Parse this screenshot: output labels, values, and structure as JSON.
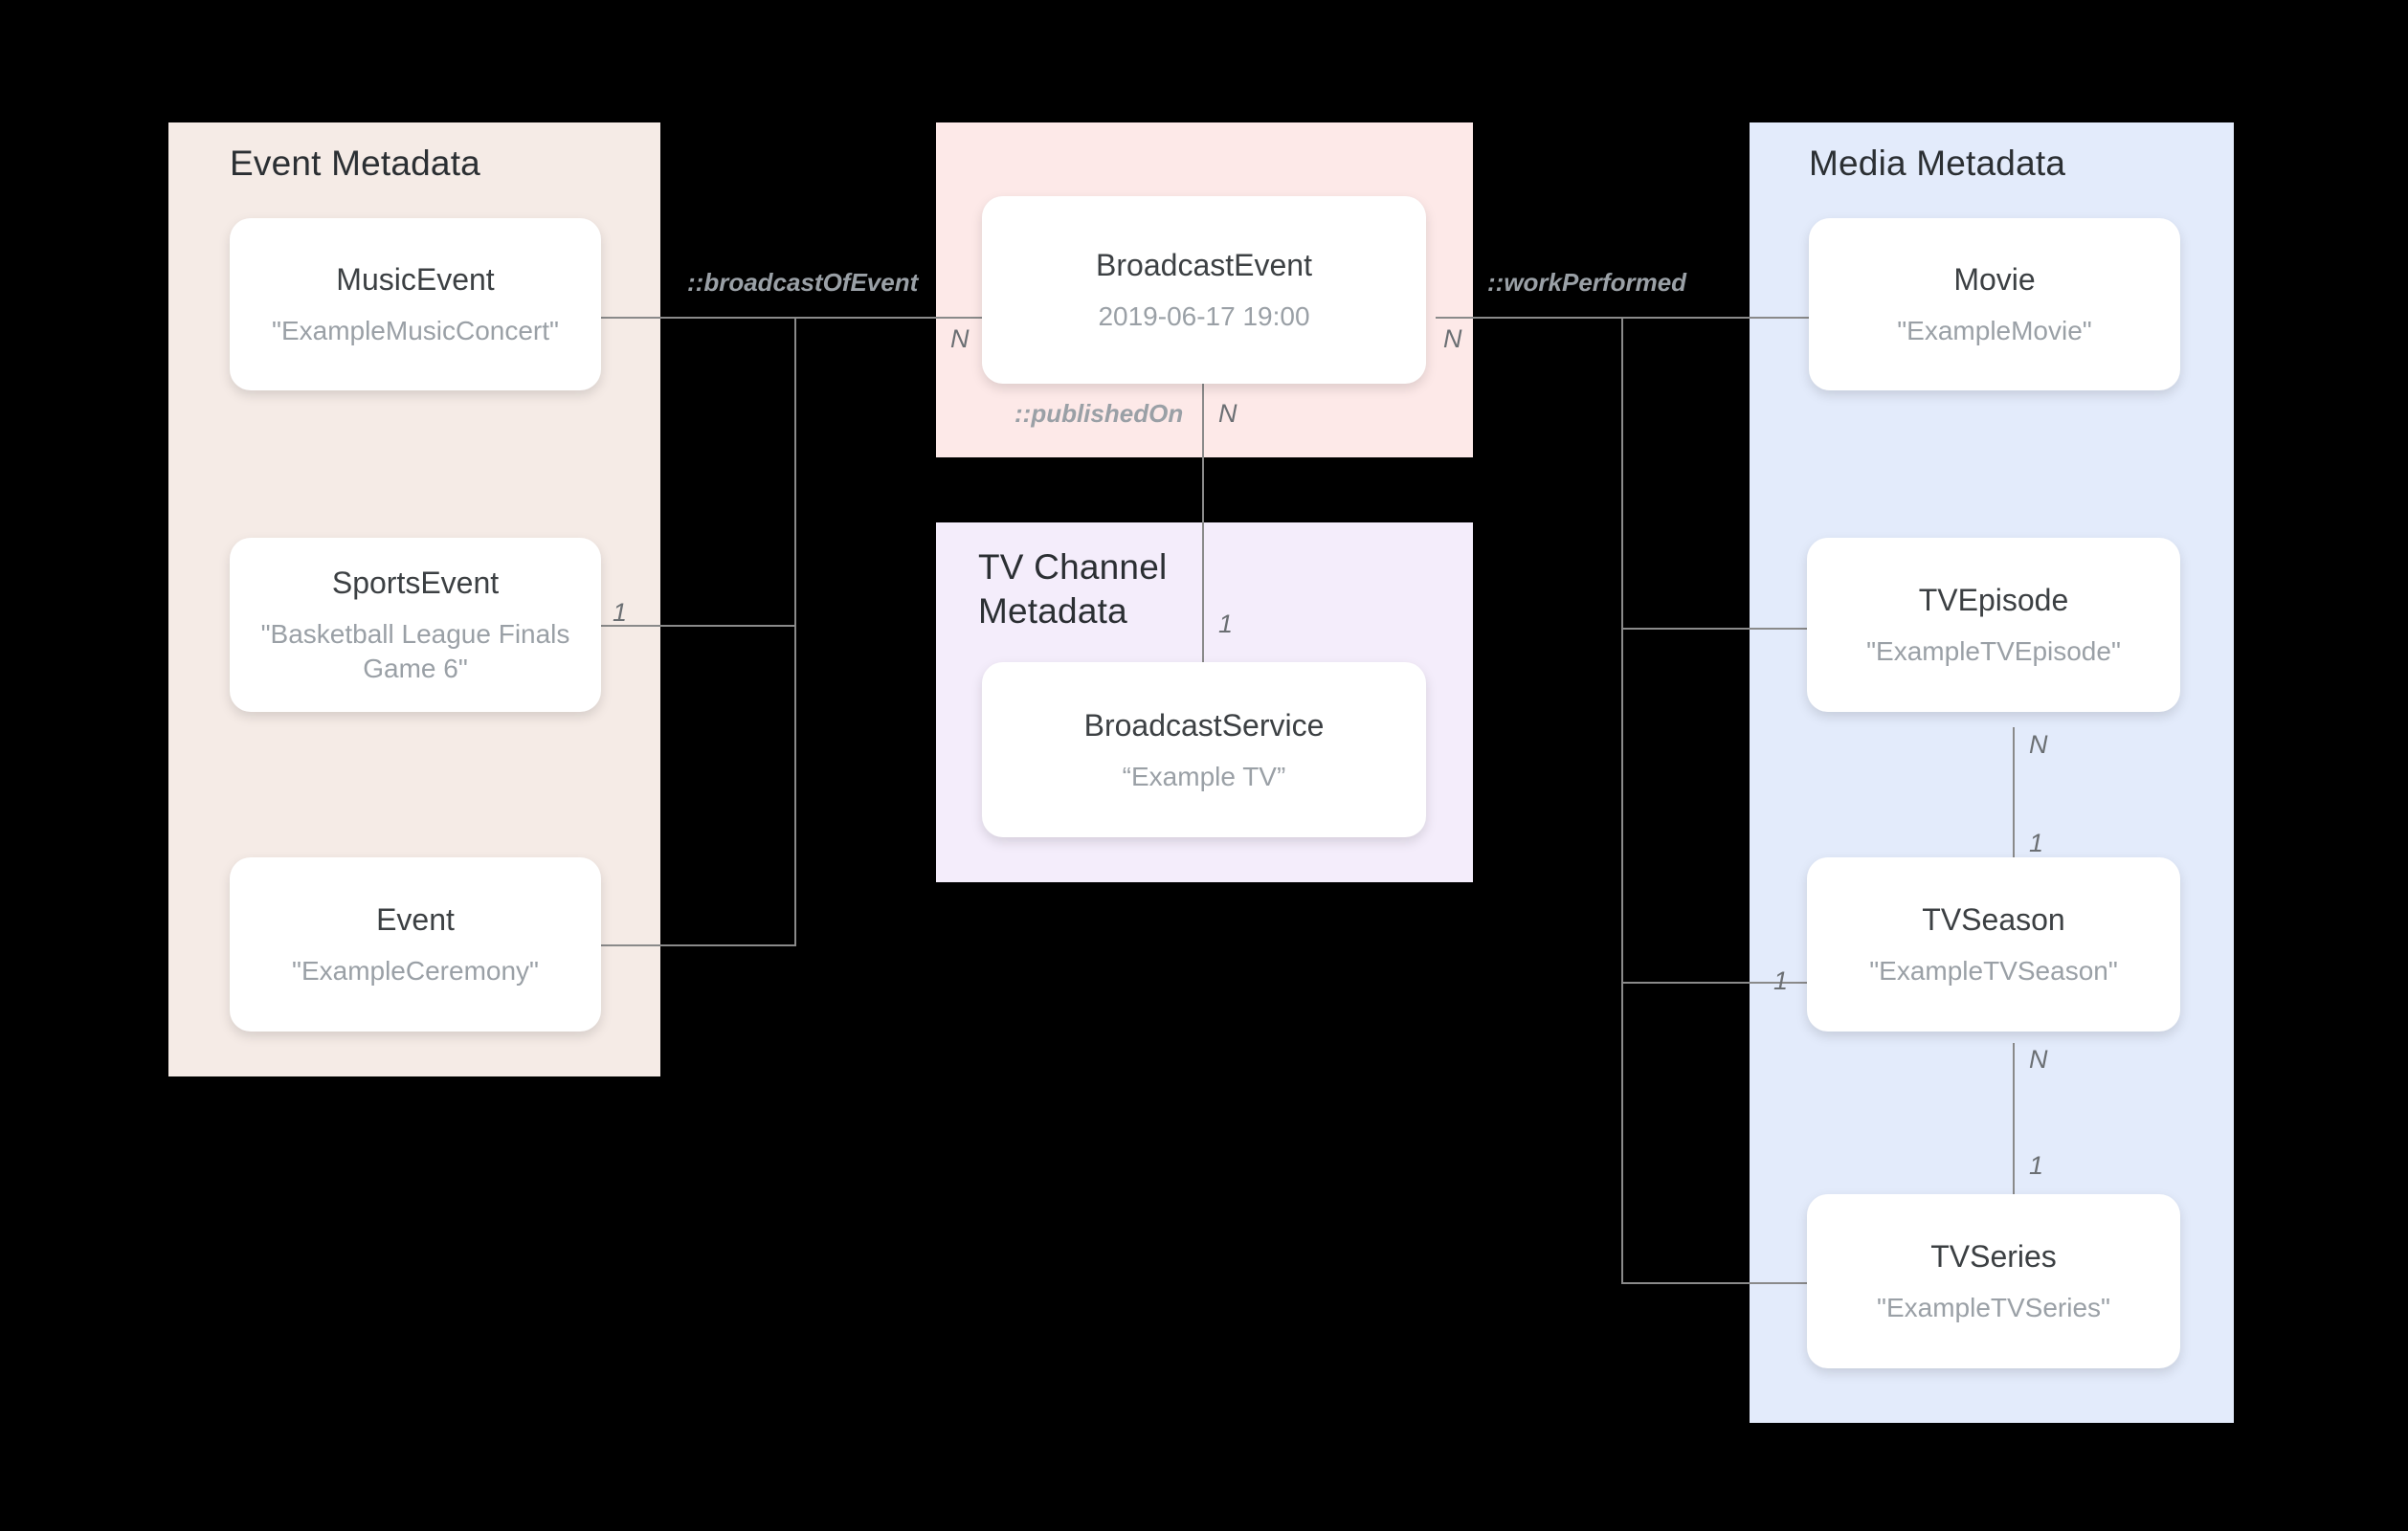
{
  "diagram": {
    "title_alt": "Broadcast metadata entity relationship diagram",
    "panels": [
      {
        "id": "event",
        "label": "Event Metadata",
        "color": "#F5EBE6"
      },
      {
        "id": "broadcast",
        "label": "",
        "color": "#FDE9E8"
      },
      {
        "id": "tvchannel",
        "label": "TV Channel\nMetadata",
        "color": "#F4EDFB"
      },
      {
        "id": "media",
        "label": "Media Metadata",
        "color": "#E3EBFB"
      }
    ],
    "nodes": [
      {
        "id": "music-event",
        "type": "MusicEvent",
        "value": "\"ExampleMusicConcert\""
      },
      {
        "id": "sports-event",
        "type": "SportsEvent",
        "value": "\"Basketball League Finals Game 6\""
      },
      {
        "id": "event",
        "type": "Event",
        "value": "\"ExampleCeremony\""
      },
      {
        "id": "broadcast-event",
        "type": "BroadcastEvent",
        "value": "2019-06-17 19:00"
      },
      {
        "id": "broadcast-service",
        "type": "BroadcastService",
        "value": "“Example TV”"
      },
      {
        "id": "movie",
        "type": "Movie",
        "value": "\"ExampleMovie\""
      },
      {
        "id": "tv-episode",
        "type": "TVEpisode",
        "value": "\"ExampleTVEpisode\""
      },
      {
        "id": "tv-season",
        "type": "TVSeason",
        "value": "\"ExampleTVSeason\""
      },
      {
        "id": "tv-series",
        "type": "TVSeries",
        "value": "\"ExampleTVSeries\""
      }
    ],
    "relations": [
      {
        "id": "broadcast-of-event",
        "label": "::broadcastOfEvent",
        "from": "broadcast-event",
        "to": "event-metadata",
        "from_card": "N",
        "to_card": "1"
      },
      {
        "id": "work-performed",
        "label": "::workPerformed",
        "from": "broadcast-event",
        "to": "media-metadata",
        "from_card": "N",
        "to_card": "1"
      },
      {
        "id": "published-on",
        "label": "::publishedOn",
        "from": "broadcast-event",
        "to": "broadcast-service",
        "from_card": "N",
        "to_card": "1"
      },
      {
        "id": "episode-season",
        "label": "",
        "from": "tv-episode",
        "to": "tv-season",
        "from_card": "N",
        "to_card": "1"
      },
      {
        "id": "season-series",
        "label": "",
        "from": "tv-season",
        "to": "tv-series",
        "from_card": "N",
        "to_card": "1"
      }
    ],
    "cardinality_marks": {
      "broadcast_left_n": "N",
      "broadcast_right_n": "N",
      "published_on_n": "N",
      "broadcast_service_1": "1",
      "sports_event_1": "1",
      "tv_episode_n": "N",
      "tv_season_1_top": "1",
      "tv_season_1_left": "1",
      "tv_season_n": "N",
      "tv_series_1": "1"
    }
  }
}
